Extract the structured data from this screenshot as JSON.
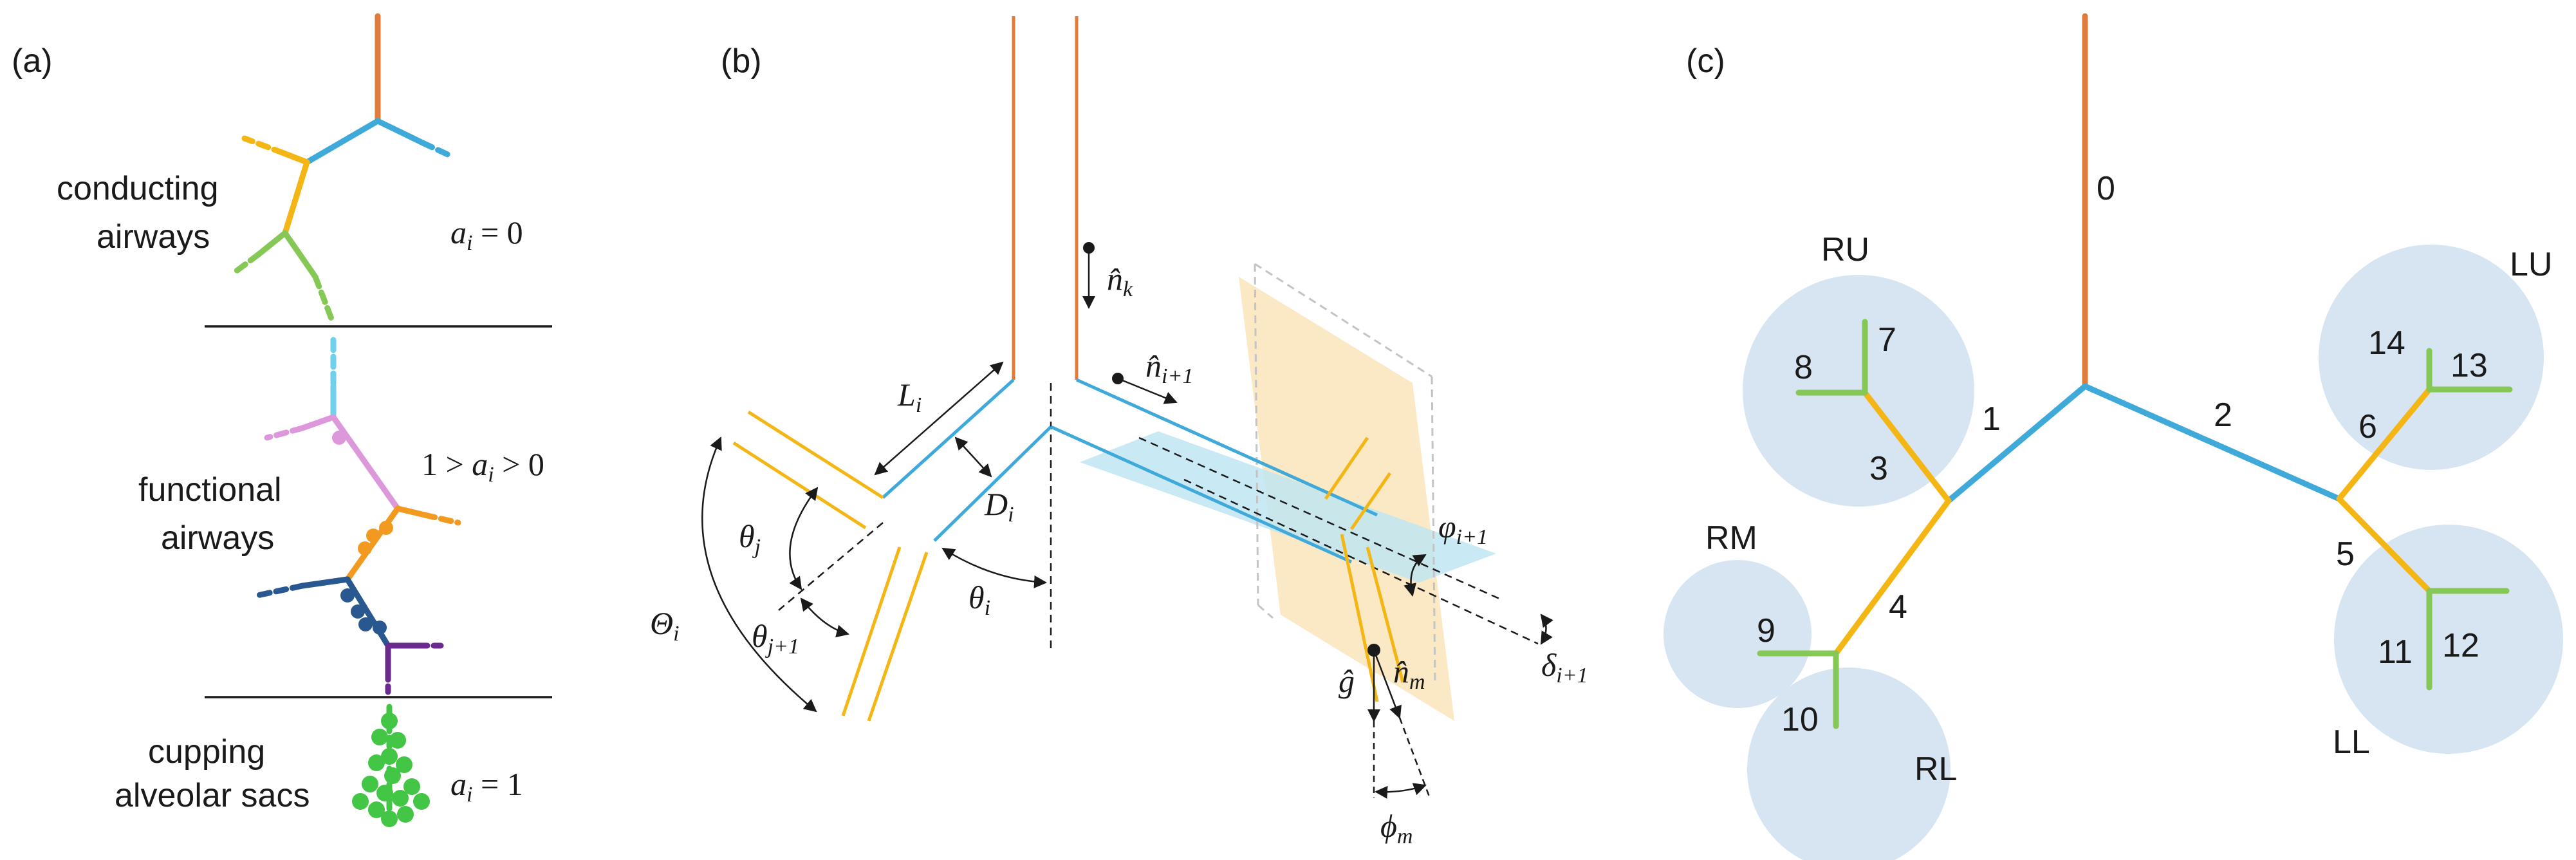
{
  "panels": {
    "a": {
      "label": "(a)",
      "zones": {
        "conducting": {
          "line1": "conducting",
          "line2": "airways",
          "eq": "a",
          "eq_sub": "i",
          "eq_rhs": " = 0"
        },
        "functional": {
          "line1": "functional",
          "line2": "airways",
          "eq_lhs": "1 > ",
          "eq": "a",
          "eq_sub": "i",
          "eq_rhs": " > 0"
        },
        "sacs": {
          "line1": "cupping",
          "line2": "alveolar sacs",
          "eq": "a",
          "eq_sub": "i",
          "eq_rhs": " = 1"
        }
      }
    },
    "b": {
      "label": "(b)",
      "symbols": {
        "L": {
          "base": "L",
          "sub": "i"
        },
        "D": {
          "base": "D",
          "sub": "i"
        },
        "theta_j": {
          "base": "θ",
          "sub": "j"
        },
        "theta_j1": {
          "base": "θ",
          "sub": "j+1"
        },
        "Theta": {
          "base": "Θ",
          "sub": "i"
        },
        "theta_i": {
          "base": "θ",
          "sub": "i"
        },
        "n_k": {
          "base": "n̂",
          "sub": "k"
        },
        "n_i1": {
          "base": "n̂",
          "sub": "i+1"
        },
        "varphi": {
          "base": "φ",
          "sub": "i+1"
        },
        "delta": {
          "base": "δ",
          "sub": "i+1"
        },
        "g": {
          "base": "ĝ",
          "sub": ""
        },
        "n_m": {
          "base": "n̂",
          "sub": "m"
        },
        "phi_m": {
          "base": "ϕ",
          "sub": "m"
        }
      }
    },
    "c": {
      "label": "(c)",
      "lobes": [
        "RU",
        "RM",
        "RL",
        "LU",
        "LL"
      ],
      "branch_numbers": [
        "0",
        "1",
        "2",
        "3",
        "4",
        "5",
        "6",
        "7",
        "8",
        "9",
        "10",
        "11",
        "12",
        "13",
        "14"
      ]
    }
  },
  "colors": {
    "trachea": "#e07b39",
    "main_bronchi": "#3fa9da",
    "lobar": "#f4b614",
    "segmental": "#86c856",
    "lobe_fill": "#d7e4f2",
    "plane_yellow": "#fbe8c4",
    "plane_blue": "#bfe6f2",
    "pink": "#dd98dc",
    "orange": "#f19a1f",
    "navy": "#28588f",
    "purple": "#6b2a8e",
    "green": "#43c545",
    "light_blue": "#6fd0ee"
  }
}
